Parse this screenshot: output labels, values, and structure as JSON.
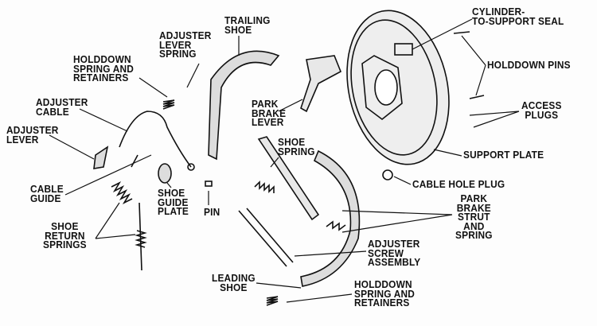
{
  "labels": {
    "cylinder_seal": "CYLINDER-\nTO-SUPPORT SEAL",
    "holddown_pins": "HOLDDOWN PINS",
    "access_plugs": "ACCESS\nPLUGS",
    "support_plate": "SUPPORT PLATE",
    "cable_hole_plug": "CABLE HOLE PLUG",
    "park_brake_strut": "PARK\nBRAKE\nSTRUT\nAND\nSPRING",
    "adjuster_screw": "ADJUSTER\nSCREW\nASSEMBLY",
    "holddown_spring_bottom": "HOLDDOWN\nSPRING AND\nRETAINERS",
    "leading_shoe": "LEADING\nSHOE",
    "pin": "PIN",
    "shoe_guide_plate": "SHOE\nGUIDE\nPLATE",
    "shoe_return_springs": "SHOE\nRETURN\nSPRINGS",
    "cable_guide": "CABLE\nGUIDE",
    "adjuster_lever": "ADJUSTER\nLEVER",
    "adjuster_cable": "ADJUSTER\nCABLE",
    "holddown_spring_top": "HOLDDOWN\nSPRING AND\nRETAINERS",
    "adjuster_lever_spring": "ADJUSTER\nLEVER\nSPRING",
    "trailing_shoe": "TRAILING\nSHOE",
    "park_brake_lever": "PARK\nBRAKE\nLEVER",
    "shoe_spring": "SHOE\nSPRING"
  }
}
